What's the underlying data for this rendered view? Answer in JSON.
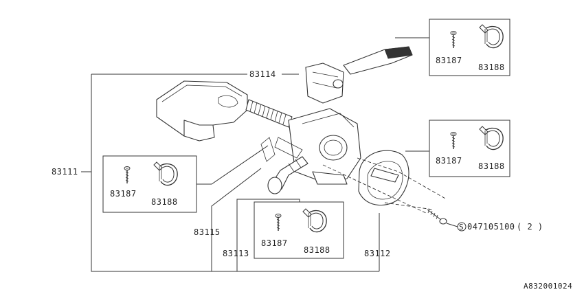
{
  "diagram": {
    "labels": {
      "p83111": "83111",
      "p83114": "83114",
      "p83115": "83115",
      "p83113": "83113",
      "p83112": "83112",
      "screw_part_code": "047105100",
      "screw_qty": "( 2 )",
      "screw_symbol": "S",
      "figure_ref": "A832001024"
    },
    "insets": [
      {
        "screw": "83187",
        "clamp": "83188"
      },
      {
        "screw": "83187",
        "clamp": "83188"
      },
      {
        "screw": "83187",
        "clamp": "83188"
      },
      {
        "screw": "83187",
        "clamp": "83188"
      }
    ]
  }
}
